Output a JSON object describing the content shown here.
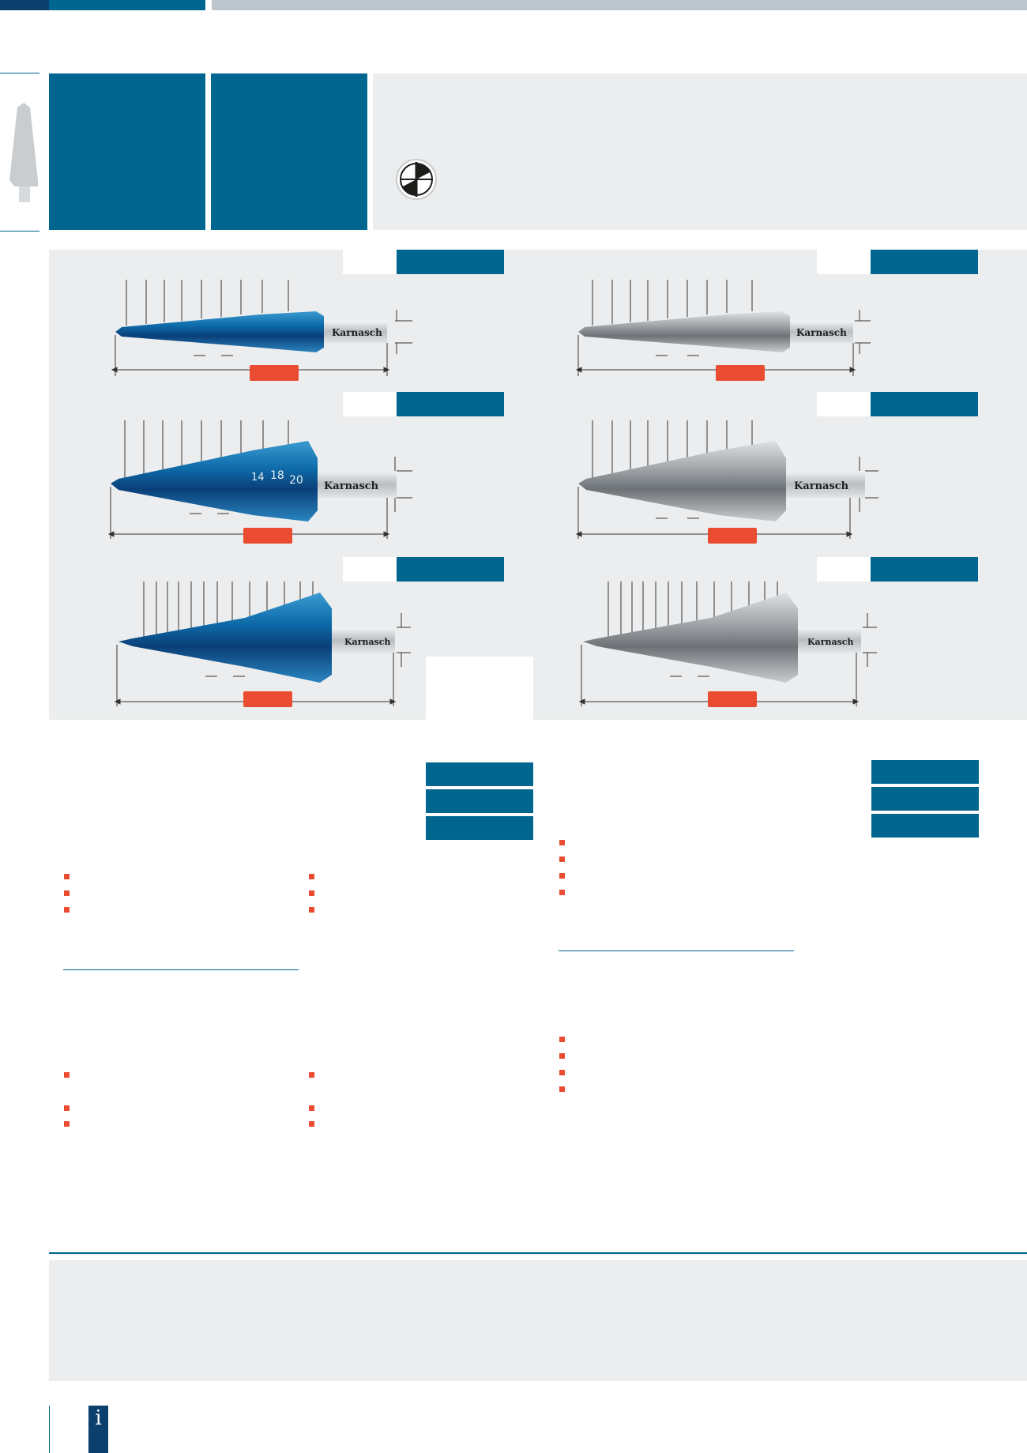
{
  "drills": [
    {
      "id": "blue-small",
      "label": "Karnasch",
      "finish": "blue"
    },
    {
      "id": "silver-small",
      "label": "Karnasch",
      "finish": "silver"
    },
    {
      "id": "blue-medium",
      "label": "Karnasch",
      "finish": "blue",
      "step_marks": [
        "14",
        "18",
        "20"
      ]
    },
    {
      "id": "silver-medium",
      "label": "Karnasch",
      "finish": "silver"
    },
    {
      "id": "blue-large",
      "label": "Karnasch",
      "finish": "blue"
    },
    {
      "id": "silver-large",
      "label": "Karnasch",
      "finish": "silver"
    }
  ],
  "info_icon": "i",
  "colors": {
    "accent": "#00668f",
    "panel": "#ecedee",
    "marker": "#ea4c31",
    "navy": "#0a3f6e"
  }
}
